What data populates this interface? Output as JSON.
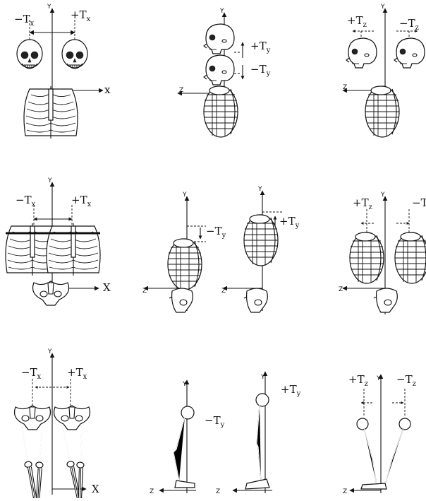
{
  "labels": {
    "T": "T",
    "minus": "−",
    "plus": "+",
    "sx": "x",
    "sy": "y",
    "sz": "z",
    "Y": "Y",
    "X_small": "x",
    "X": "X",
    "Z": "Z"
  },
  "row1": {
    "c1": {
      "neg": "−T",
      "neg_sub": "x",
      "pos": "+T",
      "pos_sub": "x",
      "y_axis": "Y",
      "x_axis": "x"
    },
    "c2": {
      "pos": "+T",
      "pos_sub": "y",
      "neg": "−T",
      "neg_sub": "y",
      "y_axis": "Y",
      "z_axis": "Z"
    },
    "c3": {
      "pos": "+T",
      "pos_sub": "z",
      "neg": "−T",
      "neg_sub": "z",
      "y_axis": "Y",
      "z_axis": "Z"
    }
  },
  "row2": {
    "c1": {
      "neg": "−T",
      "neg_sub": "x",
      "pos": "+T",
      "pos_sub": "x",
      "y_axis": "Y",
      "x_axis": "X"
    },
    "c2a": {
      "neg": "−T",
      "neg_sub": "y",
      "y_axis": "Y",
      "z_axis": "Z"
    },
    "c2b": {
      "pos": "+T",
      "pos_sub": "y",
      "y_axis": "Y",
      "z_axis": "Z"
    },
    "c3": {
      "pos": "+T",
      "pos_sub": "z",
      "neg": "−T",
      "y_axis": "Y",
      "z_axis": "Z"
    }
  },
  "row3": {
    "c1": {
      "neg": "−T",
      "neg_sub": "x",
      "pos": "+T",
      "pos_sub": "x",
      "y_axis": "Y",
      "x_axis": "X"
    },
    "c2a": {
      "neg": "−T",
      "neg_sub": "y",
      "y_axis": "Y",
      "z_axis": "Z"
    },
    "c2b": {
      "pos": "+T",
      "pos_sub": "y",
      "y_axis": "Y",
      "z_axis": "Z"
    },
    "c3": {
      "pos": "+T",
      "pos_sub": "z",
      "neg": "−T",
      "neg_sub": "z",
      "y_axis": "Y",
      "z_axis": "Z"
    }
  }
}
